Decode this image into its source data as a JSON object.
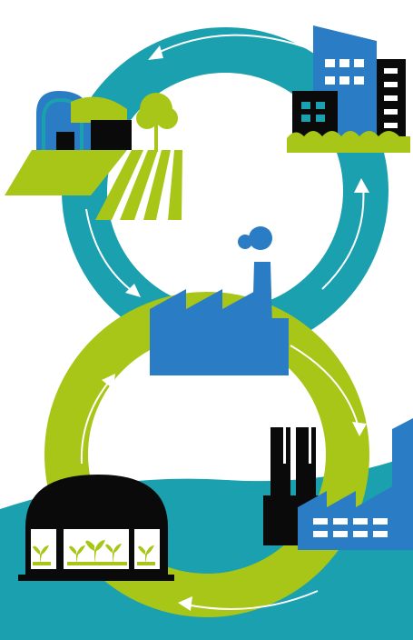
{
  "colors": {
    "background": "#ffffff",
    "teal_loop": "#1aa0ae",
    "lime_loop": "#a8c617",
    "building_blue": "#2a7cc4",
    "black": "#0a0a0a",
    "arrow": "#ffffff",
    "ground_teal": "#1aa0ae"
  },
  "diagram": {
    "top_loop": {
      "color_name": "teal",
      "nodes": [
        "farm-and-greenhouse-icon",
        "city-buildings-icon",
        "factory-icon"
      ],
      "flow": "circular"
    },
    "bottom_loop": {
      "color_name": "lime",
      "nodes": [
        "factory-icon",
        "power-plant-icon",
        "greenhouse-icon"
      ],
      "flow": "circular"
    }
  }
}
